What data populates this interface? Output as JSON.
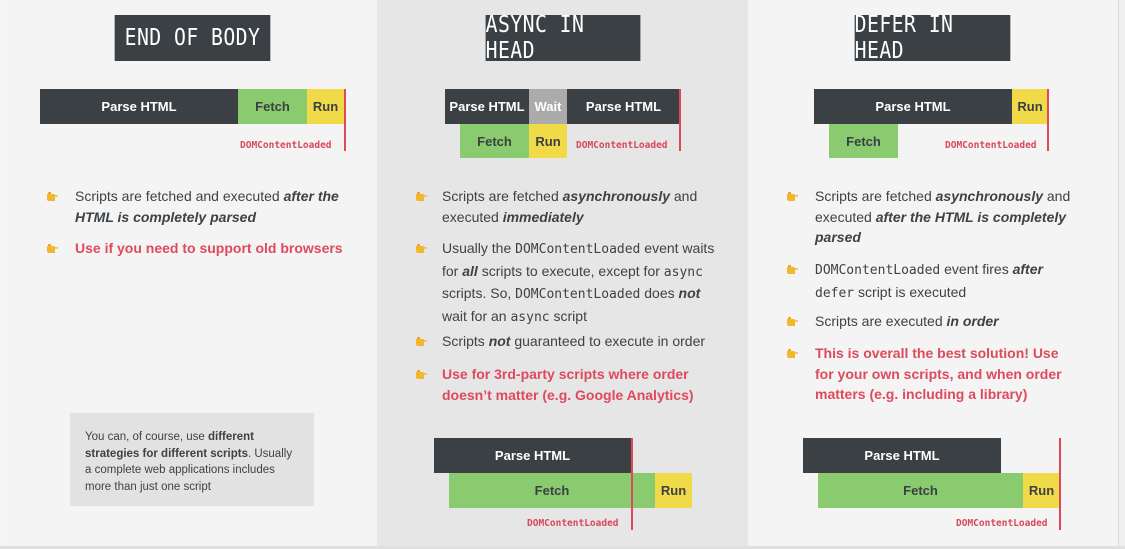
{
  "columns": [
    {
      "title": "END OF BODY",
      "bar": {
        "parse": "Parse HTML",
        "fetch": "Fetch",
        "run": "Run",
        "dcl": "DOMContentLoaded"
      },
      "bullets": {
        "b1_pre": "Scripts are fetched and executed ",
        "b1_em": "after the HTML is completely parsed",
        "b2": "Use if you need to support old browsers"
      },
      "note": {
        "pre": "You can, of course, use ",
        "strong": "different strategies for different scripts",
        "post": ". Usually a complete web applications includes more than just one script"
      }
    },
    {
      "title": "ASYNC IN HEAD",
      "bar": {
        "parse1": "Parse HTML",
        "wait": "Wait",
        "parse2": "Parse HTML",
        "fetch": "Fetch",
        "run": "Run",
        "dcl": "DOMContentLoaded"
      },
      "bullets": {
        "b1_pre": "Scripts are fetched ",
        "b1_em": "asynchronously",
        "b1_mid": " and executed ",
        "b1_em2": "immediately",
        "b2_a": "Usually the ",
        "b2_code1": "DOMContentLoaded",
        "b2_b": " event waits for ",
        "b2_em": "all",
        "b2_c": " scripts to execute, except for ",
        "b2_code2": "async",
        "b2_d": " scripts. So, ",
        "b2_code3": "DOMContentLoaded",
        "b2_e": " does ",
        "b2_em2": "not",
        "b2_f": " wait for an ",
        "b2_code4": "async",
        "b2_g": " script",
        "b3_pre": "Scripts ",
        "b3_em": "not",
        "b3_post": " guaranteed to execute in order",
        "b4": "Use for 3rd-party scripts where order doesn’t matter (e.g. Google Analytics)"
      },
      "bar2": {
        "parse": "Parse HTML",
        "fetch": "Fetch",
        "run": "Run",
        "dcl": "DOMContentLoaded"
      }
    },
    {
      "title": "DEFER IN HEAD",
      "bar": {
        "parse": "Parse HTML",
        "run": "Run",
        "fetch": "Fetch",
        "dcl": "DOMContentLoaded"
      },
      "bullets": {
        "b1_pre": "Scripts are fetched ",
        "b1_em": "asynchronously",
        "b1_mid": " and executed ",
        "b1_em2": "after the HTML is completely parsed",
        "b2_code": "DOMContentLoaded",
        "b2_a": " event fires ",
        "b2_em": "after",
        "b2_code2": "defer",
        "b2_b": " script is executed",
        "b3_pre": "Scripts are executed ",
        "b3_em": "in order",
        "b4": "This is overall the best solution! Use for your own scripts, and when order matters (e.g. including a library)"
      },
      "bar2": {
        "parse": "Parse HTML",
        "fetch": "Fetch",
        "run": "Run",
        "dcl": "DOMContentLoaded"
      }
    }
  ],
  "colors": {
    "dark": "#3b4045",
    "green": "#8bcb6f",
    "yellow": "#f1da48",
    "wait": "#ababab",
    "accent": "#de4a5c"
  },
  "icons": {
    "bullet": "pointing-hand-icon"
  }
}
